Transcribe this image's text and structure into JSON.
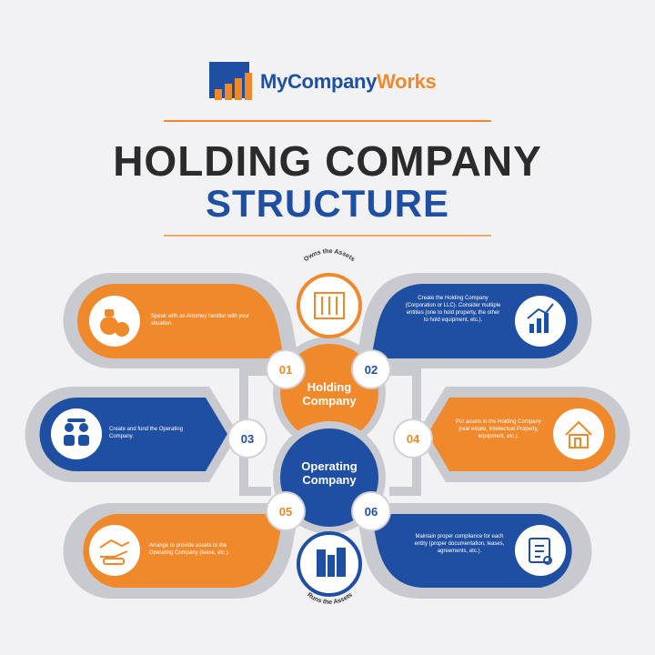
{
  "brand": {
    "name_part1": "MyCompany",
    "name_part2": "Works",
    "colors": {
      "blue": "#1f4fa3",
      "orange": "#f0892b",
      "grey": "#c9cacf"
    }
  },
  "title": {
    "line1": "HOLDING COMPANY",
    "line2": "STRUCTURE"
  },
  "centers": {
    "holding": {
      "label_line1": "Holding",
      "label_line2": "Company",
      "arc_label": "Owns the Assets",
      "icon": "building-icon"
    },
    "operating": {
      "label_line1": "Operating",
      "label_line2": "Company",
      "arc_label": "Runs the Assets",
      "icon": "office-building-icon"
    }
  },
  "steps": [
    {
      "number": "01",
      "text": "Speak with an Attorney familiar with your situation.",
      "icon": "money-bags-icon",
      "color": "orange"
    },
    {
      "number": "02",
      "text": "Create the Holding Company (Corporation or LLC). Consider multiple entities (one to hold property, the other to hold equipment, etc.).",
      "icon": "growth-chart-icon",
      "color": "blue"
    },
    {
      "number": "03",
      "text": "Create and fund the Operating Company.",
      "icon": "team-icon",
      "color": "blue"
    },
    {
      "number": "04",
      "text": "Put assets in the Holding Company (real estate, Intellectual Property, equipment, etc.).",
      "icon": "house-icon",
      "color": "orange"
    },
    {
      "number": "05",
      "text": "Arrange to provide assets to the Operating Company (lease, etc.).",
      "icon": "handshake-icon",
      "color": "orange"
    },
    {
      "number": "06",
      "text": "Maintain proper compliance for each entity (proper documentation, leases, agreements, etc.).",
      "icon": "checklist-icon",
      "color": "blue"
    }
  ]
}
